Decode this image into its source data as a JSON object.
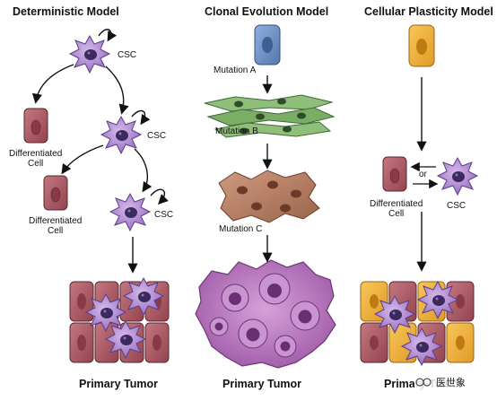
{
  "titles": {
    "left": "Deterministic Model",
    "middle": "Clonal Evolution Model",
    "right": "Cellular Plasticity Model"
  },
  "labels": {
    "csc": "CSC",
    "differentiated_line1": "Differentiated",
    "differentiated_line2": "Cell",
    "or": "or",
    "mutation_a": "Mutation A",
    "mutation_b": "Mutation B",
    "mutation_c": "Mutation C"
  },
  "bottom_labels": {
    "left": "Primary Tumor",
    "middle": "Primary Tumor",
    "right": "Primary Tumor"
  },
  "watermark": {
    "text": "医世象"
  },
  "colors": {
    "csc_purple": "#a27cc8",
    "csc_nucleus": "#3a2a5e",
    "diff_cell": "#a8545d",
    "mutation_a_cell": "#6f8fc0",
    "mutation_b_cell": "#78a86a",
    "mutation_c_cell": "#b07a62",
    "mass_purple": "#b783c2",
    "plastic_cell": "#f0b13c"
  }
}
